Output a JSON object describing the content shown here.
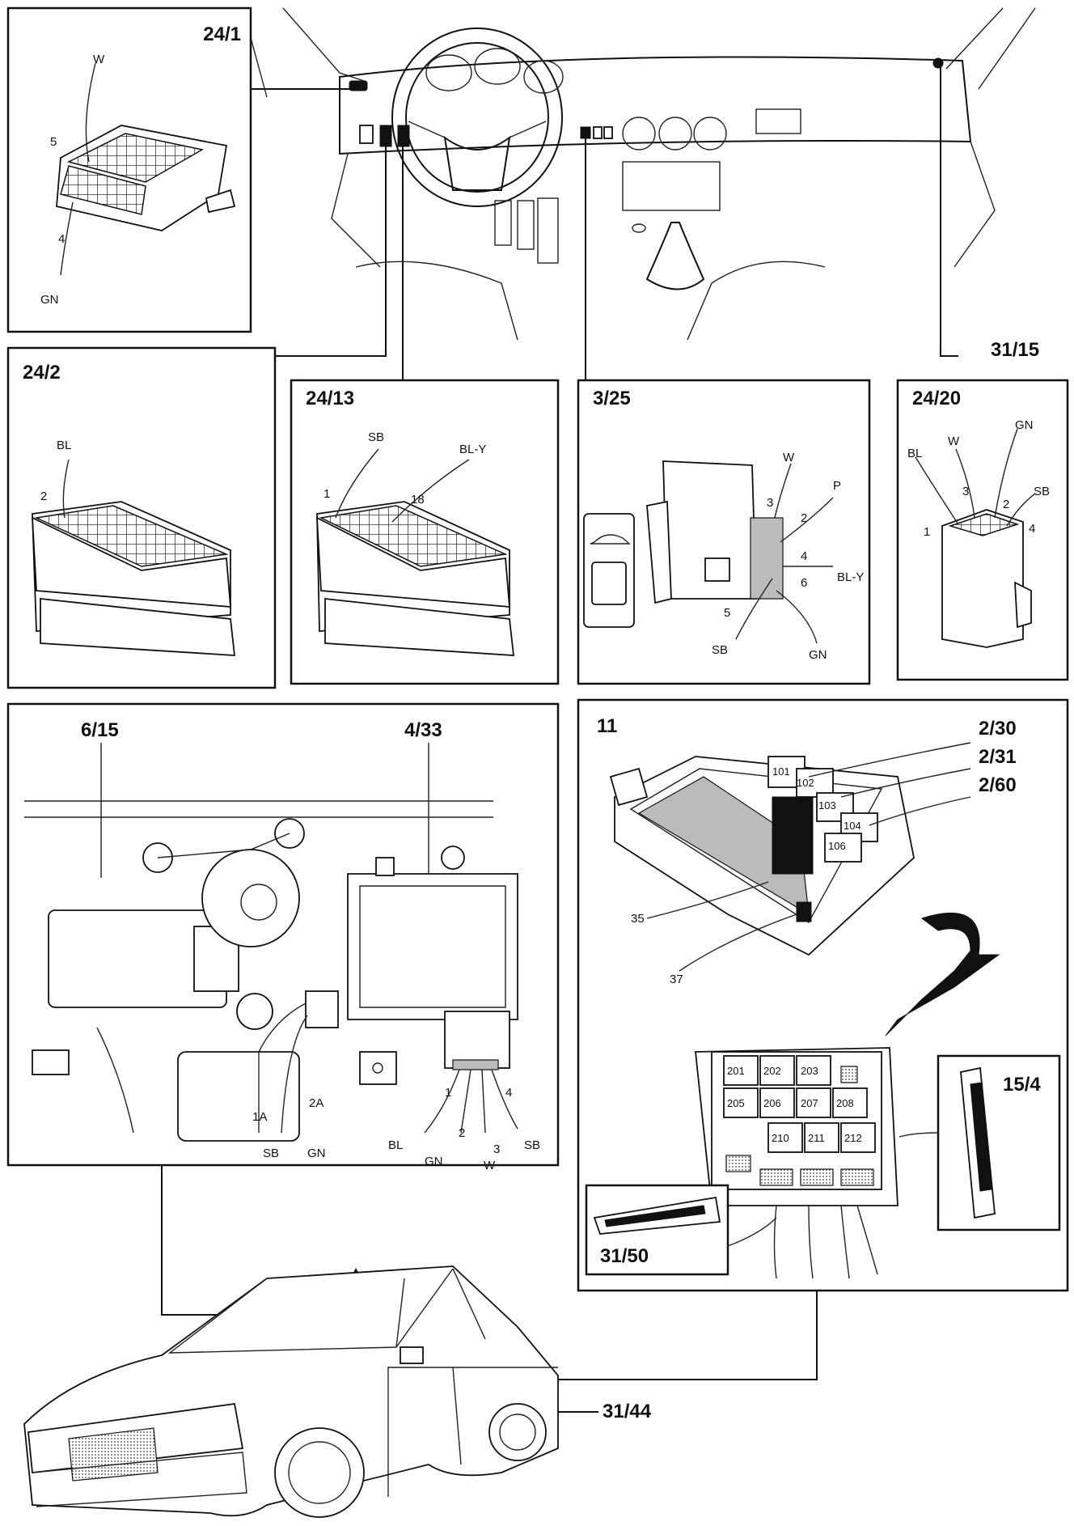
{
  "panels": {
    "p24_1": {
      "id": "24/1",
      "labels": {
        "w": "W",
        "pin5": "5",
        "pin4": "4",
        "gn": "GN"
      }
    },
    "p24_2": {
      "id": "24/2",
      "labels": {
        "bl": "BL",
        "pin2": "2"
      }
    },
    "p24_13": {
      "id": "24/13",
      "labels": {
        "sb": "SB",
        "bly": "BL-Y",
        "pin1": "1",
        "pin18": "18"
      }
    },
    "p3_25": {
      "id": "3/25",
      "labels": {
        "w": "W",
        "p": "P",
        "pin3": "3",
        "pin2": "2",
        "pin4": "4",
        "bly": "BL-Y",
        "pin6": "6",
        "pin5": "5",
        "sb": "SB",
        "gn": "GN"
      }
    },
    "p24_20": {
      "id": "24/20",
      "labels": {
        "gn": "GN",
        "w": "W",
        "bl": "BL",
        "pin3": "3",
        "pin2": "2",
        "sb": "SB",
        "pin1": "1",
        "pin4": "4"
      }
    },
    "p31_15": {
      "id": "31/15"
    },
    "p6_15": {
      "id": "6/15"
    },
    "p4_33": {
      "id": "4/33",
      "labels": {
        "pin1": "1",
        "pin2": "2",
        "pin3": "3",
        "pin4": "4",
        "bl": "BL",
        "gn": "GN",
        "w": "W",
        "sb": "SB",
        "w1a": "1A",
        "w2a": "2A",
        "sb2": "SB",
        "gn2": "GN"
      }
    },
    "p11": {
      "id": "11",
      "labels": {
        "c35": "35",
        "c37": "37",
        "r101": "101",
        "r102": "102",
        "r103": "103",
        "r104": "104",
        "r106": "106"
      }
    },
    "p2_30": {
      "id": "2/30"
    },
    "p2_31": {
      "id": "2/31"
    },
    "p2_60": {
      "id": "2/60"
    },
    "p15_4": {
      "id": "15/4"
    },
    "p31_50": {
      "id": "31/50"
    },
    "p31_44": {
      "id": "31/44"
    }
  },
  "relays": [
    "201",
    "202",
    "203",
    "205",
    "206",
    "207",
    "208",
    "210",
    "211",
    "212"
  ]
}
